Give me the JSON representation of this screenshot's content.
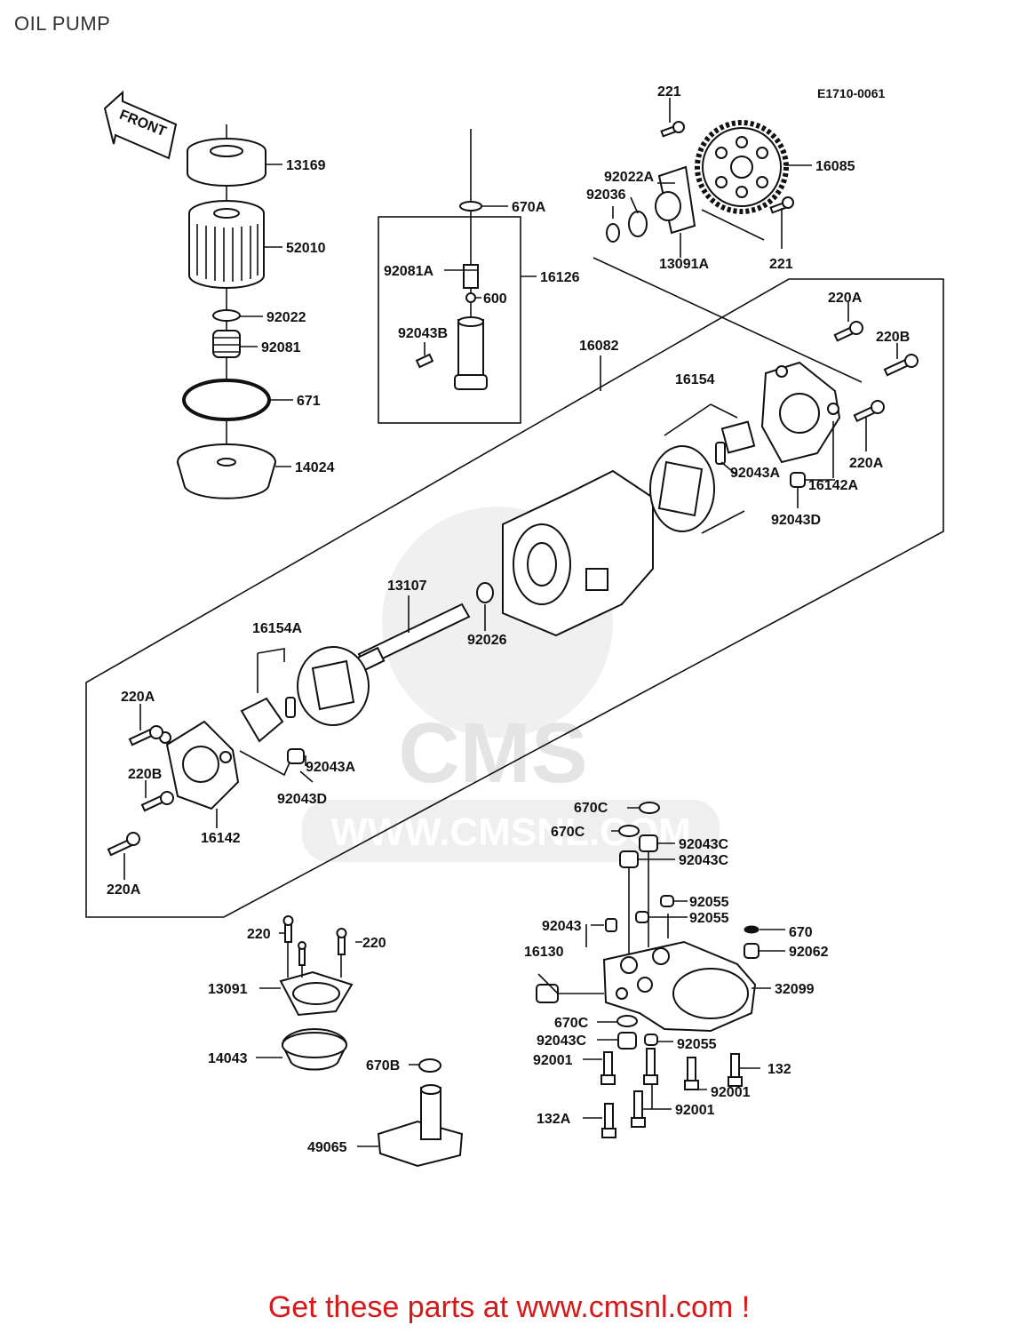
{
  "page": {
    "title": "OIL PUMP"
  },
  "diagram": {
    "code": "E1710-0061",
    "front_label": "FRONT",
    "watermark": {
      "logo": "CMS",
      "url": "WWW.CMSNL.COM"
    },
    "labels": {
      "p13169": "13169",
      "p52010": "52010",
      "p92022": "92022",
      "p92081": "92081",
      "p671": "671",
      "p14024": "14024",
      "p670A": "670A",
      "p92081A": "92081A",
      "p16126": "16126",
      "p600": "600",
      "p92043B": "92043B",
      "p221_top": "221",
      "p16085": "16085",
      "p92022A": "92022A",
      "p92036": "92036",
      "p13091A": "13091A",
      "p221_bottom": "221",
      "p16082": "16082",
      "p220A_a": "220A",
      "p220B_a": "220B",
      "p16154": "16154",
      "p220A_b": "220A",
      "p92043A_a": "92043A",
      "p16142A": "16142A",
      "p92043D_a": "92043D",
      "p13107": "13107",
      "p92026": "92026",
      "p16154A": "16154A",
      "p220A_c": "220A",
      "p220B_b": "220B",
      "p92043A_b": "92043A",
      "p92043D_b": "92043D",
      "p16142": "16142",
      "p220A_d": "220A",
      "p670C_a": "670C",
      "p670C_b": "670C",
      "p92043C_a": "92043C",
      "p92043C_b": "92043C",
      "p92055_a": "92055",
      "p92055_b": "92055",
      "p92043": "92043",
      "p670": "670",
      "p92062": "92062",
      "p16130": "16130",
      "p32099": "32099",
      "p670C_c": "670C",
      "p92043C_c": "92043C",
      "p92055_c": "92055",
      "p92001_a": "92001",
      "p132": "132",
      "p92001_b": "92001",
      "p92001_c": "92001",
      "p132A": "132A",
      "p220_a": "220",
      "p220_b": "220",
      "p13091": "13091",
      "p14043": "14043",
      "p670B": "670B",
      "p49065": "49065"
    }
  },
  "footer": {
    "text": "Get these parts at www.cmsnl.com !"
  }
}
